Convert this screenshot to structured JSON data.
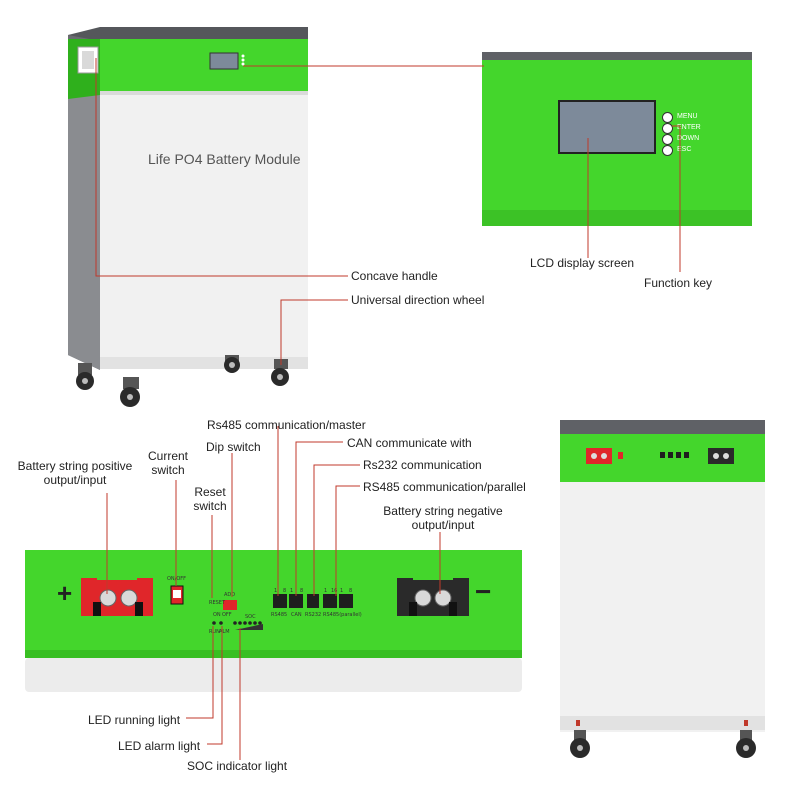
{
  "product": {
    "module_label": "Life PO4 Battery Module"
  },
  "callouts": {
    "concave_handle": "Concave handle",
    "universal_wheel": "Universal direction wheel",
    "lcd_screen": "LCD display screen",
    "function_key": "Function key",
    "rs485_master": "Rs485 communication/master",
    "dip_switch": "Dip switch",
    "can": "CAN communicate with",
    "rs232": "Rs232 communication",
    "rs485_parallel": "RS485 communication/parallel",
    "current_switch": "Current switch",
    "reset_switch": "Reset switch",
    "positive": "Battery string positive output/input",
    "negative": "Battery string negative output/input",
    "led_running": "LED running light",
    "led_alarm": "LED alarm light",
    "soc_light": "SOC indicator light"
  },
  "panel_keys": [
    "MENU",
    "ENTER",
    "DOWN",
    "ESC"
  ],
  "terminal_panel": {
    "plus": "+",
    "minus": "−",
    "on_off": "ON/OFF",
    "reset": "RESET",
    "add": "ADD",
    "soc": "SOC",
    "on": "ON",
    "off": "OFF",
    "run": "RUN",
    "alm": "ALM",
    "port_labels": [
      "RS485",
      "CAN",
      "RS232",
      "RS485(parallel)"
    ],
    "port_numbers": [
      "1",
      "8",
      "1",
      "8",
      "1",
      "16",
      "1",
      "8"
    ]
  },
  "colors": {
    "green": "#44d62c",
    "dark_green": "#2fb01c",
    "cap_gray": "#5f6166",
    "body_white": "#f1f1f1",
    "lcd": "#7d8a9a",
    "red_terminal": "#e0262a",
    "black_terminal": "#2a2a2a",
    "callout_line": "#c0392b"
  }
}
